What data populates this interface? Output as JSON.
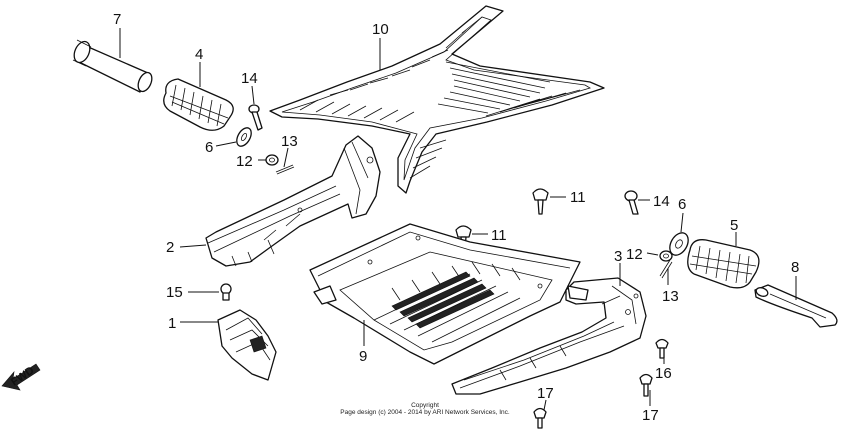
{
  "callouts": [
    {
      "id": "c7",
      "text": "7"
    },
    {
      "id": "c4",
      "text": "4"
    },
    {
      "id": "c14a",
      "text": "14"
    },
    {
      "id": "c10",
      "text": "10"
    },
    {
      "id": "c6a",
      "text": "6"
    },
    {
      "id": "c12a",
      "text": "12"
    },
    {
      "id": "c13a",
      "text": "13"
    },
    {
      "id": "c2",
      "text": "2"
    },
    {
      "id": "c11a",
      "text": "11"
    },
    {
      "id": "c14b",
      "text": "14"
    },
    {
      "id": "c6b",
      "text": "6"
    },
    {
      "id": "c11b",
      "text": "11"
    },
    {
      "id": "c5",
      "text": "5"
    },
    {
      "id": "c3",
      "text": "3"
    },
    {
      "id": "c12b",
      "text": "12"
    },
    {
      "id": "c8",
      "text": "8"
    },
    {
      "id": "c13b",
      "text": "13"
    },
    {
      "id": "c15",
      "text": "15"
    },
    {
      "id": "c1",
      "text": "1"
    },
    {
      "id": "c9",
      "text": "9"
    },
    {
      "id": "c16",
      "text": "16"
    },
    {
      "id": "c17a",
      "text": "17"
    },
    {
      "id": "c17b",
      "text": "17"
    }
  ],
  "direction": {
    "label": "FWD"
  },
  "copyright": {
    "line1": "Copyright",
    "line2": "Page design (c) 2004 - 2014 by ARI Network Services, Inc."
  }
}
